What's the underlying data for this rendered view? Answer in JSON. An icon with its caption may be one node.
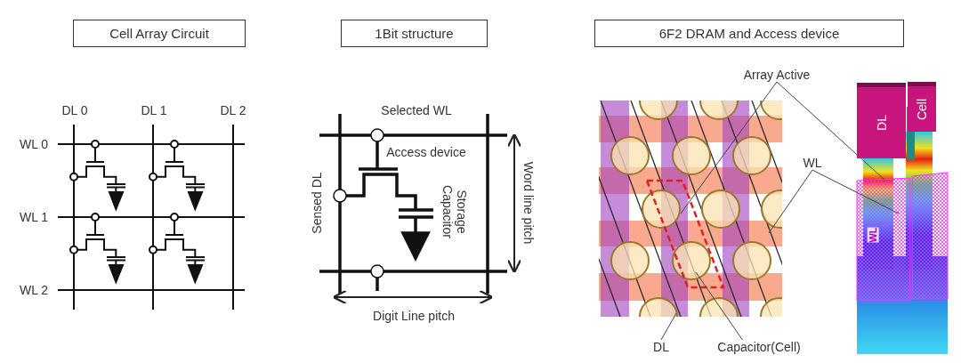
{
  "diagram": {
    "nodes": [
      {
        "text": [
          "Cell Array Circuit"
        ]
      },
      {
        "text": [
          "1Bit structure"
        ]
      },
      {
        "text": [
          "6F2 DRAM and Access device"
        ]
      },
      {
        "text": [
          "Array Active"
        ]
      },
      {
        "text": [
          "DL"
        ]
      },
      {
        "text": [
          "Cell"
        ]
      },
      {
        "text": [
          "WL"
        ]
      },
      {
        "text": [
          "DL"
        ]
      },
      {
        "text": [
          "Capacitor(Cell)"
        ]
      }
    ],
    "edges": [
      {
        "from": 3,
        "to": null,
        "arrow": "none"
      },
      {
        "from": 3,
        "to": null,
        "arrow": "none"
      },
      {
        "from": 6,
        "to": null,
        "arrow": "none"
      },
      {
        "from": 6,
        "to": null,
        "arrow": "none"
      },
      {
        "from": 7,
        "to": null,
        "arrow": "none"
      },
      {
        "from": 8,
        "to": null,
        "arrow": "none"
      }
    ],
    "labels": [
      "DL 0",
      "DL 1",
      "DL 2",
      "WL 0",
      "WL 1",
      "WL 2",
      "Selected WL",
      "Access device",
      "Sensed DL",
      "Storage Capacitor",
      "Word line pitch",
      "Digit Line pitch",
      "WL"
    ]
  }
}
